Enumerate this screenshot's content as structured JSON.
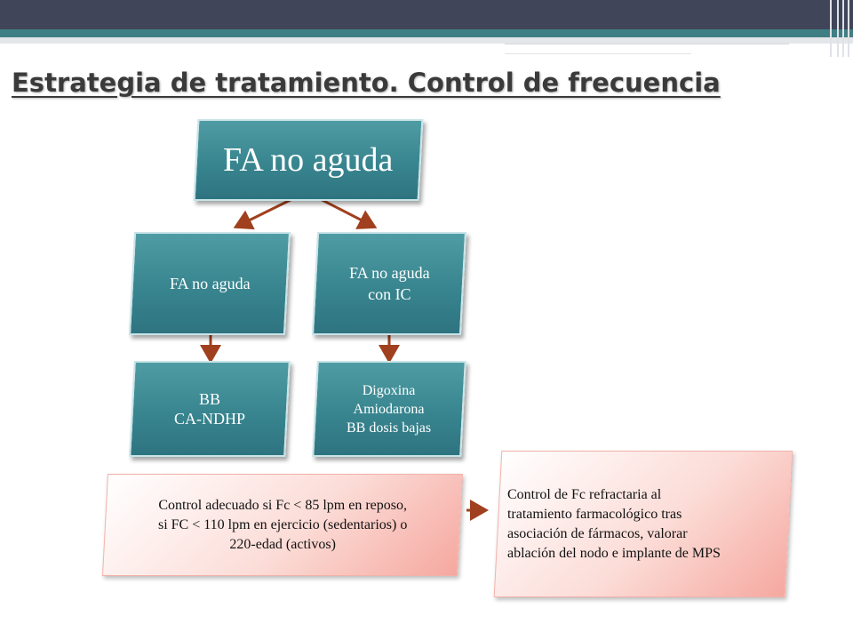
{
  "title": "Estrategia de tratamiento. Control de frecuencia",
  "nodes": {
    "root": "FA no aguda",
    "left": "FA no aguda",
    "right_line1": "FA no aguda",
    "right_line2": "con IC",
    "left_treat_line1": "BB",
    "left_treat_line2": "CA-NDHP",
    "right_treat_line1": "Digoxina",
    "right_treat_line2": "Amiodarona",
    "right_treat_line3": "BB dosis bajas",
    "control_line1": "Control adecuado si Fc < 85 lpm en reposo,",
    "control_line2": "si FC < 110 lpm en ejercicio (sedentarios) o",
    "control_line3": "220-edad (activos)",
    "refractory_line1": "Control de Fc refractaria al",
    "refractory_line2": "tratamiento farmacológico tras",
    "refractory_line3": "asociación de fármacos, valorar",
    "refractory_line4": "ablación del nodo e implante de MPS"
  },
  "colors": {
    "teal_box": "#38858f",
    "pink_box": "#f5a89f",
    "arrow": "#a0401e",
    "header": "#414559"
  }
}
